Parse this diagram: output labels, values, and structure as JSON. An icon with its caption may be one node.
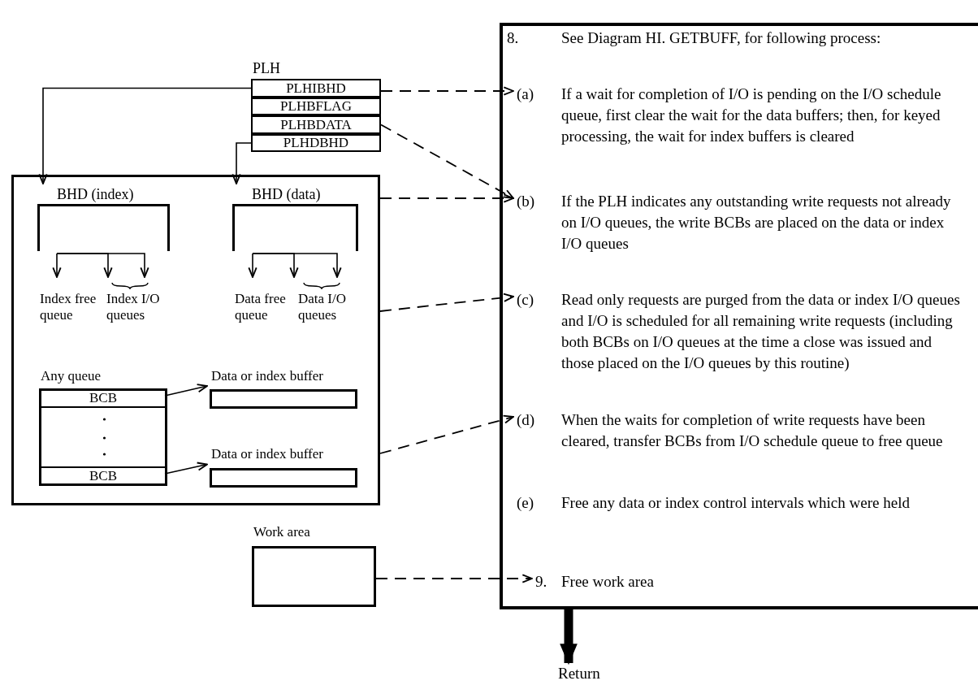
{
  "diagram": {
    "nodes": [
      {
        "text": [
          "PLH"
        ]
      },
      {
        "text": [
          "PLHIBHD"
        ],
        "in": 0
      },
      {
        "text": [
          "PLHBFLAG"
        ],
        "in": 0
      },
      {
        "text": [
          "PLHBDATA"
        ],
        "in": 0
      },
      {
        "text": [
          "PLHDBHD"
        ],
        "in": 0
      },
      {
        "text": [],
        "shape": "box"
      },
      {
        "text": [
          "BHD (index)"
        ],
        "in": 5
      },
      {
        "text": [
          "BHD (data)"
        ],
        "in": 5
      },
      {
        "text": [
          "Index free queue"
        ],
        "in": 5
      },
      {
        "text": [
          "Index I/O queues"
        ],
        "in": 5
      },
      {
        "text": [
          "Data free queue"
        ],
        "in": 5
      },
      {
        "text": [
          "Data I/O queues"
        ],
        "in": 5
      },
      {
        "text": [
          "Any queue"
        ],
        "in": 5
      },
      {
        "text": [
          "BCB"
        ],
        "in": 12
      },
      {
        "text": [
          "BCB"
        ],
        "in": 12
      },
      {
        "text": [
          "Data or index buffer"
        ],
        "in": 5
      },
      {
        "text": [
          "Data or index buffer"
        ],
        "in": 5
      },
      {
        "text": [
          "Work area"
        ]
      },
      {
        "text": [],
        "shape": "box"
      },
      {
        "text": [
          "8.",
          "See Diagram HI. GETBUFF, for following process:"
        ],
        "in": 18
      },
      {
        "text": [
          "(a)",
          "If a wait for completion of I/O is pending on the I/O schedule queue, first clear the wait for the data buffers; then, for keyed processing, the wait for index buffers is cleared"
        ],
        "in": 18
      },
      {
        "text": [
          "(b)",
          "If the PLH indicates any outstanding write requests not already on I/O queues, the write BCBs are placed on the data or index I/O queues"
        ],
        "in": 18
      },
      {
        "text": [
          "(c)",
          "Read only requests are purged from the data or index I/O queues and I/O is scheduled for all remaining write requests (including both BCBs on I/O queues at the time a close was issued and those placed on the I/O queues by this routine)"
        ],
        "in": 18
      },
      {
        "text": [
          "(d)",
          "When the waits for completion of write requests have been cleared, transfer BCBs from I/O schedule queue to free queue"
        ],
        "in": 18
      },
      {
        "text": [
          "(e)",
          "Free any data or index control intervals which were held"
        ],
        "in": 18
      },
      {
        "text": [
          "9.",
          "Free work area"
        ],
        "in": 18
      },
      {
        "text": [
          "Return"
        ]
      }
    ],
    "edges": [
      {
        "from": 1,
        "to": 6,
        "arrow": "to"
      },
      {
        "from": 4,
        "to": 7,
        "arrow": "to"
      },
      {
        "from": 6,
        "to": 8,
        "arrow": "to"
      },
      {
        "from": 6,
        "to": 9,
        "arrow": "to"
      },
      {
        "from": 6,
        "to": 9,
        "arrow": "to"
      },
      {
        "from": 7,
        "to": 10,
        "arrow": "to"
      },
      {
        "from": 7,
        "to": 11,
        "arrow": "to"
      },
      {
        "from": 7,
        "to": 11,
        "arrow": "to"
      },
      {
        "from": 13,
        "to": 15,
        "arrow": "to"
      },
      {
        "from": 14,
        "to": 16,
        "arrow": "to"
      },
      {
        "from": 1,
        "to": 20,
        "arrow": "to",
        "style": "dashed"
      },
      {
        "from": 3,
        "to": 21,
        "arrow": "to",
        "style": "dashed"
      },
      {
        "from": 5,
        "to": 21,
        "arrow": "to",
        "style": "dashed"
      },
      {
        "from": 5,
        "to": 22,
        "arrow": "to",
        "style": "dashed"
      },
      {
        "from": 5,
        "to": 23,
        "arrow": "to",
        "style": "dashed"
      },
      {
        "from": 17,
        "to": 25,
        "arrow": "to",
        "style": "dashed"
      },
      {
        "from": 18,
        "to": 26,
        "arrow": "to",
        "style": "thick"
      }
    ]
  }
}
